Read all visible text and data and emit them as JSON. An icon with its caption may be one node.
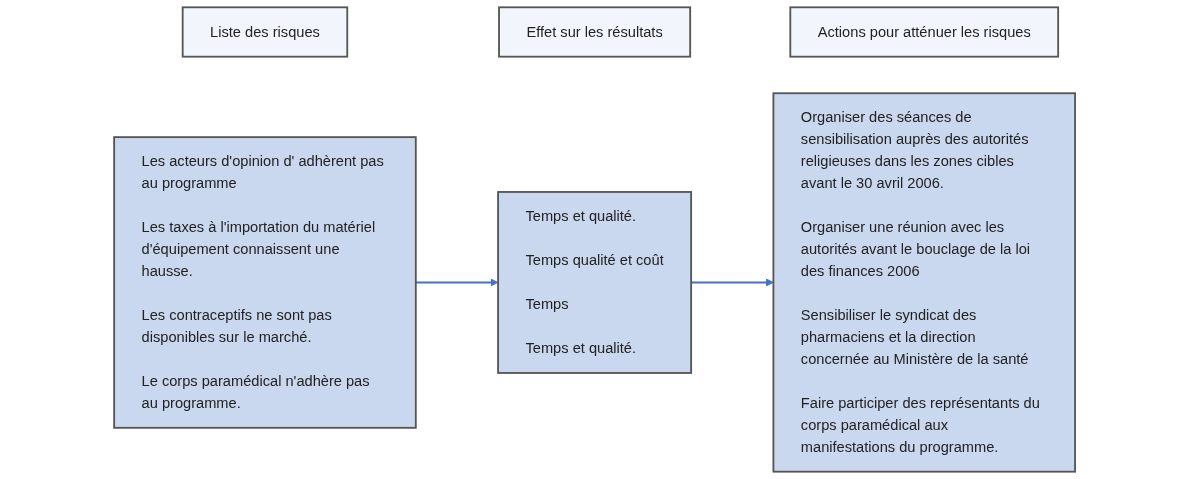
{
  "diagram": {
    "nodes": [
      {
        "text": [
          "Liste des risques"
        ]
      },
      {
        "text": [
          "Effet sur les résultats"
        ]
      },
      {
        "text": [
          "Actions pour atténuer les risques"
        ]
      },
      {
        "text": [
          "Les acteurs d'opinion d' adhèrent pas au programme",
          "Les taxes à l'importation du matériel d'équipement connaissent une hausse.",
          "Les contraceptifs ne sont pas disponibles sur le marché.",
          "Le corps paramédical n'adhère pas au programme."
        ]
      },
      {
        "text": [
          "Temps et qualité.",
          "Temps qualité et coût",
          "Temps",
          "Temps et qualité."
        ]
      },
      {
        "text": [
          "Organiser des séances de sensibilisation auprès des autorités religieuses dans les zones cibles avant le 30 avril 2006.",
          "Organiser une réunion avec les autorités avant le bouclage de la loi des finances 2006",
          "Sensibiliser le syndicat des pharmaciens et la direction concernée au Ministère de la santé",
          "Faire participer des représentants du corps paramédical aux manifestations du programme."
        ]
      }
    ],
    "edges": [
      {
        "from": 3,
        "to": 4,
        "arrow": "to"
      },
      {
        "from": 4,
        "to": 5,
        "arrow": "to"
      }
    ]
  }
}
